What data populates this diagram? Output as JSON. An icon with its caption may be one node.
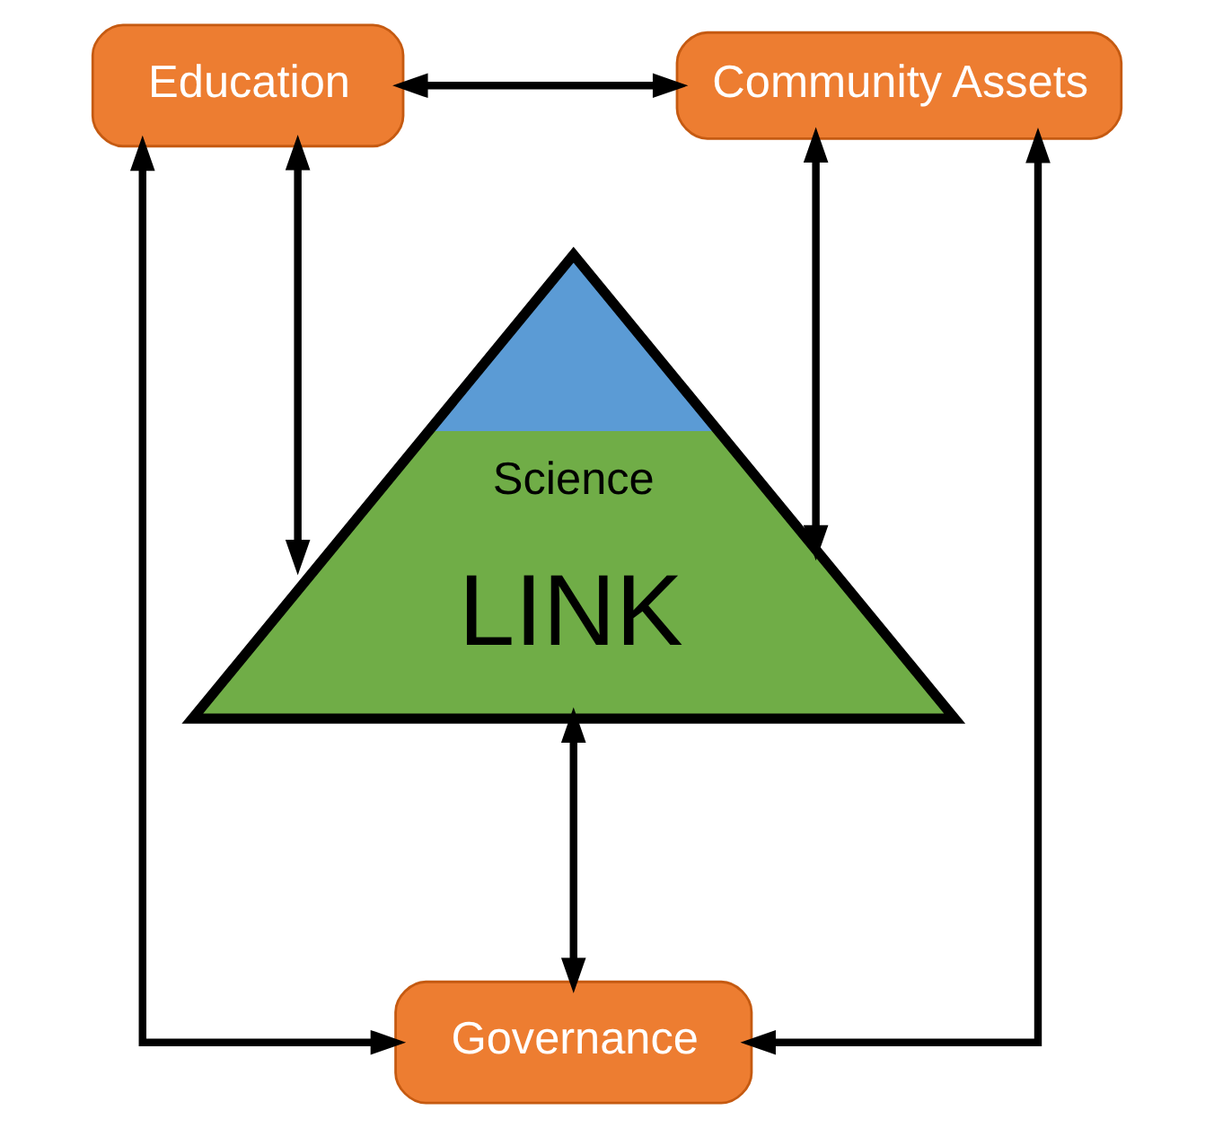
{
  "diagram": {
    "nodes": [
      {
        "text": [
          "Education"
        ]
      },
      {
        "text": [
          "Community Assets"
        ]
      },
      {
        "text": [
          "Science",
          "LINK"
        ]
      },
      {
        "text": [
          "Governance"
        ]
      }
    ],
    "edges": [
      {
        "from": 0,
        "to": 1,
        "arrow": "both"
      },
      {
        "from": 0,
        "to": 2,
        "arrow": "both"
      },
      {
        "from": 1,
        "to": 2,
        "arrow": "both"
      },
      {
        "from": 2,
        "to": 3,
        "arrow": "both"
      },
      {
        "from": 0,
        "to": 3,
        "arrow": "both"
      },
      {
        "from": 1,
        "to": 3,
        "arrow": "both"
      }
    ]
  }
}
